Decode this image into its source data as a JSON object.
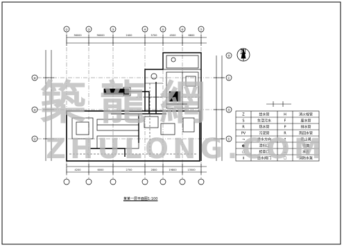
{
  "drawing": {
    "title": "某某一层平面图1:100",
    "north_symbol": "N",
    "axis_markers": [
      "①",
      "②",
      "③",
      "④",
      "⑤",
      "⑥",
      "⑦",
      "⑧",
      "⑨",
      "Ⓐ",
      "Ⓑ",
      "Ⓒ",
      "Ⓓ",
      "Ⓔ"
    ],
    "dimensions": [
      "36000",
      "36000",
      "2400",
      "5700",
      "4500",
      "6600",
      "4200",
      "6000",
      "2700",
      "2800",
      "19800",
      "13500"
    ],
    "line_color": "#000000"
  },
  "legend": {
    "rows": [
      [
        "Z",
        "给水管",
        "H",
        "消火栓管"
      ],
      [
        "S",
        "生活污水",
        "F",
        "废水管"
      ],
      [
        "R",
        "热水管",
        "P",
        "排水管"
      ],
      [
        "PV",
        "污泥管",
        "R",
        "热回水管"
      ],
      [
        "→",
        "排水方向",
        "↑",
        "截止阀"
      ],
      [
        "●",
        "清扫口",
        "⊥",
        "地漏"
      ],
      [
        "○",
        "检查口",
        "—",
        "水表"
      ],
      [
        "↕",
        "给水阀门",
        "☐",
        "消防水泵"
      ]
    ]
  },
  "watermark": {
    "cn": "築龍網",
    "en": "ZHULONG.COM",
    "color": "#b8b8b8"
  }
}
